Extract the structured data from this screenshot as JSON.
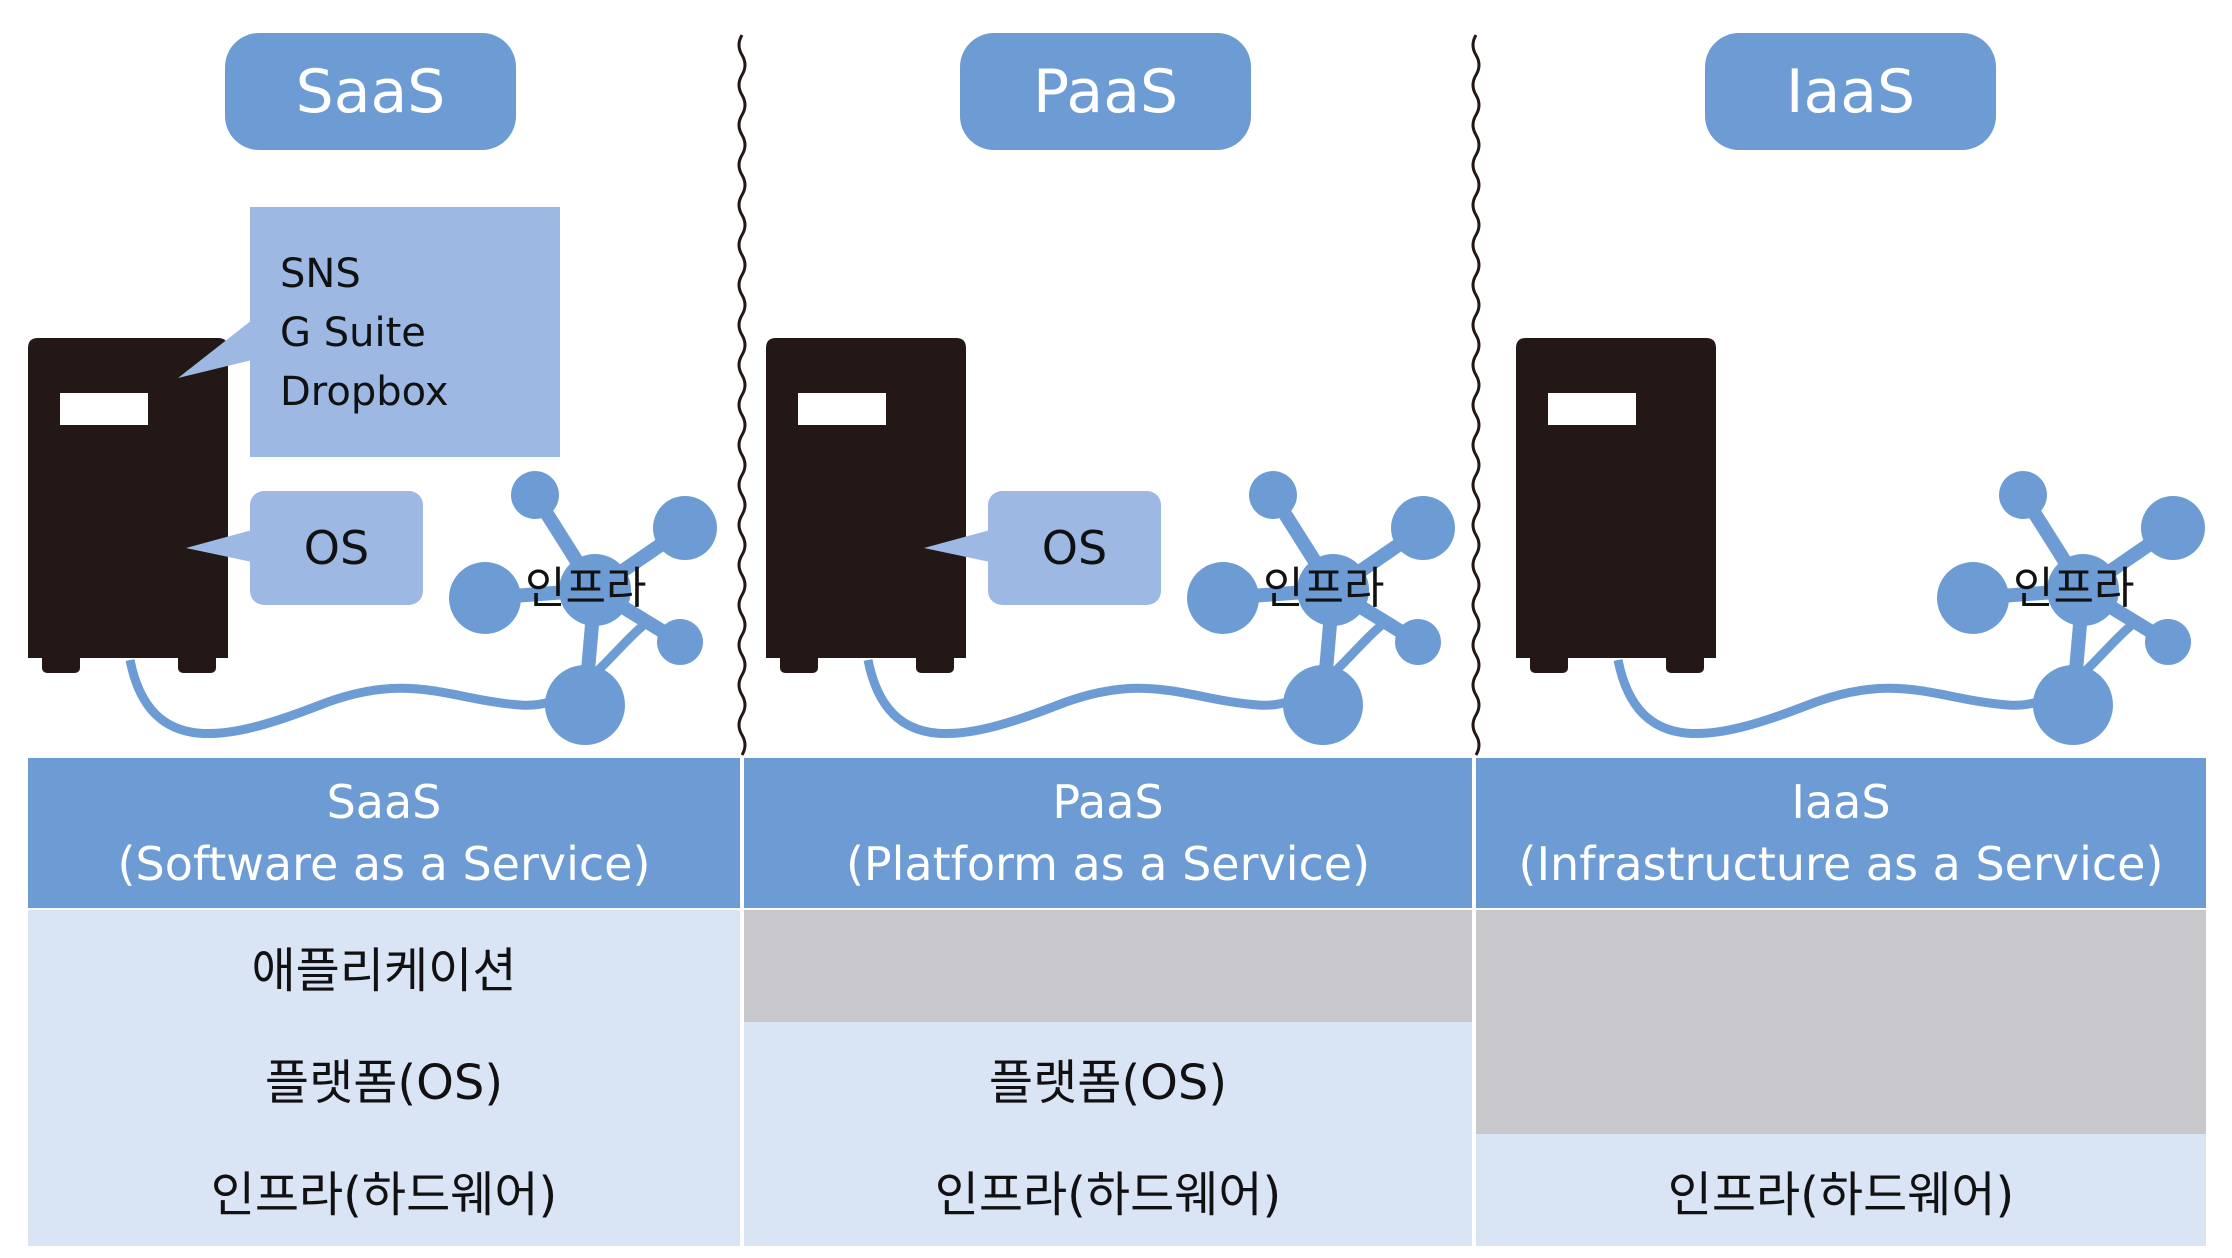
{
  "columns": [
    {
      "title": "SaaS",
      "band_line1": "SaaS",
      "band_line2": "(Software as a Service)",
      "bubble_items": [
        "SNS",
        "G Suite",
        "Dropbox"
      ],
      "os_label": "OS",
      "infra_label": "인프라",
      "layers": [
        "애플리케이션",
        "플랫폼(OS)",
        "인프라(하드웨어)"
      ]
    },
    {
      "title": "PaaS",
      "band_line1": "PaaS",
      "band_line2": "(Platform as a Service)",
      "os_label": "OS",
      "infra_label": "인프라",
      "layers": [
        "플랫폼(OS)",
        "인프라(하드웨어)"
      ]
    },
    {
      "title": "IaaS",
      "band_line1": "IaaS",
      "band_line2": "(Infrastructure as a Service)",
      "infra_label": "인프라",
      "layers": [
        "인프라(하드웨어)"
      ]
    }
  ],
  "colors": {
    "accent": "#6d9bd4",
    "bubble": "#9db9e3",
    "layer_light": "#d9e4f4",
    "layer_gray": "#c8c8cc",
    "server": "#231815"
  }
}
